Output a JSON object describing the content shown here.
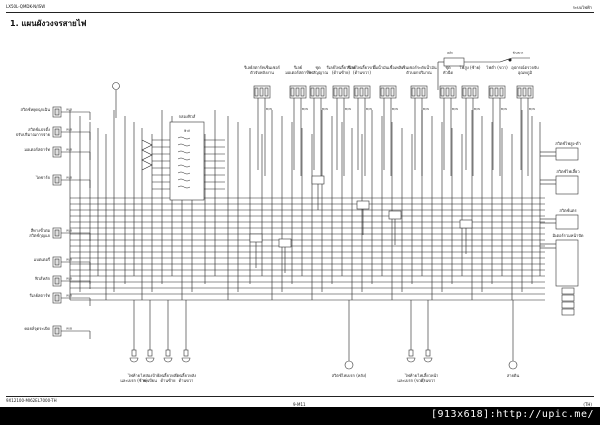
{
  "header": {
    "left": "LX50L-QMDK-N/ISW",
    "right": "ระบบไฟฟ้า",
    "title": "1.   แผนผังวงจรสายไฟ"
  },
  "footer": {
    "left": "9X12100-MI62EL7000-TH",
    "center": "9-M11",
    "right": "(TH)"
  },
  "watermark": "[913x618]:http://upic.me/",
  "components": {
    "left": [
      "สวิตช์หยุดฉุกเฉิน",
      "สวิตช์แปรตั้ง\nปรับปริมาณการจ่าย",
      "มอเตอร์สตาร์ท",
      "ไดชาร์จ",
      "สี่ทางขั้วต่อ\nสวิตช์กุญแจ",
      "แบตเตอรี่",
      "ฟิวส์หลัก",
      "รีเลย์สตาร์ท",
      "คอยล์จุดระเบิด"
    ],
    "top": [
      "รีเลย์สตาร์ทเซ็นเซอร์\nตัวจับพลังงาน",
      "รีเลย์\nมอเตอร์สตาร์ท",
      "ชุด\nไฟสัญญาณ",
      "รีเลย์ไฟเลี้ยวซ้าย\n(ด้านซ้าย)",
      "รีเลย์ไฟเลี้ยวขวา\n(ด้านขวา)",
      "ปั๊มน้ำมันเชื้อเพลิง",
      "เซ็นเซอร์ระดับน้ำมัน\nตัวบอกปริมาณ",
      "ชุด\nหัวฉีด",
      "ไฟสูง (ซ้าย)",
      "ไฟต่ำ (ขวา)",
      "อุปกรณ์ตรวจจับ\nอุณหภูมิ"
    ],
    "right": [
      "สวิตช์ไฟสูง-ต่ำ",
      "สวิตช์ไฟเลี้ยว",
      "สวิตช์แตร",
      "มิเตอร์รวมหน้าปัด"
    ],
    "top_right": [
      "หลัก",
      "ข้างขวา"
    ],
    "center_box": "กล่องฟิวส์",
    "center_box_sub": "ฟิวส์",
    "bottom": [
      "ไฟท้าย\nและเบรก (ซ้าย)",
      "ไฟส่องป้าย\nทะเบียน",
      "ไฟเลี้ยวหลัง\nด้านซ้าย",
      "ไฟเลี้ยวหลัง\nด้านขวา",
      "สวิตช์ไฟเบรก (หลัง)",
      "ไฟท้าย\nและเบรก (ขวา)",
      "ไฟเลี้ยวหน้า\nด้านขวา",
      "สายดิน"
    ]
  },
  "colors": {
    "wire": "#222222",
    "line": "#444444",
    "connector": "#333333"
  }
}
